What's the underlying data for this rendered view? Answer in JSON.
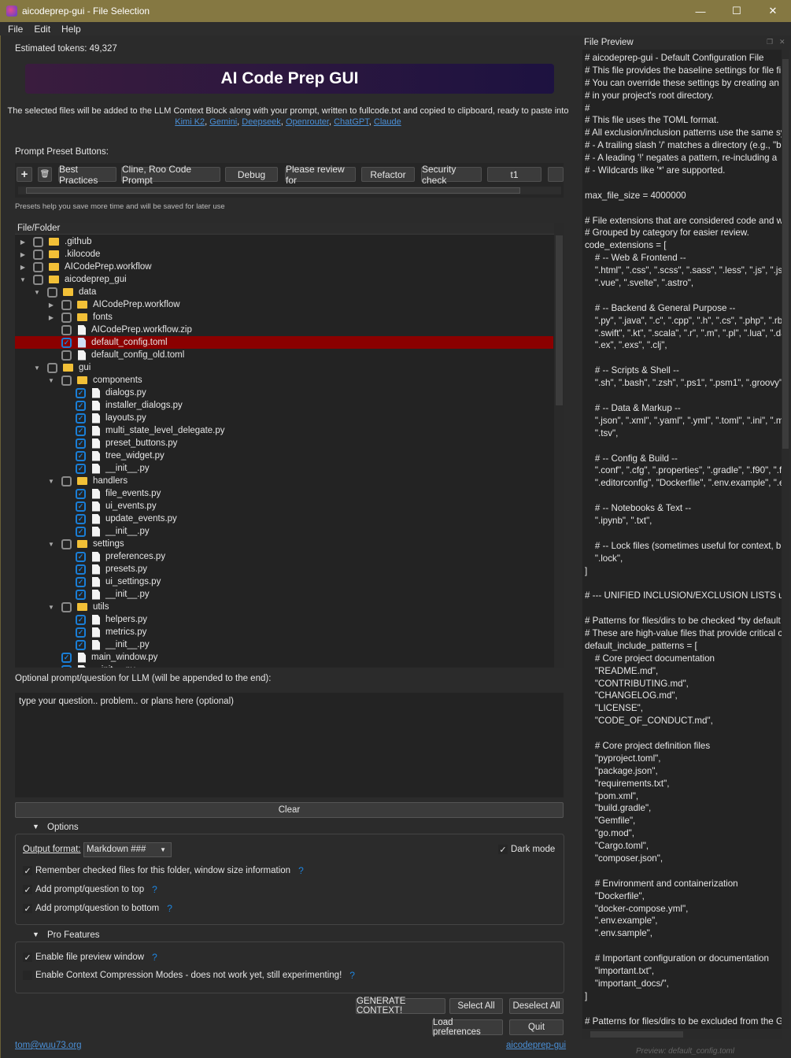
{
  "window": {
    "title": "aicodeprep-gui - File Selection",
    "min": "—",
    "max": "☐",
    "close": "✕"
  },
  "menu": [
    "File",
    "Edit",
    "Help"
  ],
  "tokens": "Estimated tokens: 49,327",
  "banner": "AI Code Prep GUI",
  "description": "The selected files will be added to the LLM Context Block along with your prompt, written to fullcode.txt and copied to clipboard, ready to paste into",
  "links": [
    "Kimi K2",
    "Gemini",
    "Deepseek",
    "Openrouter",
    "ChatGPT",
    "Claude"
  ],
  "presets": {
    "label": "Prompt Preset Buttons:",
    "add": "+",
    "delete": "🗑",
    "buttons": [
      "Best Practices",
      "Cline, Roo Code Prompt",
      "Debug",
      "Please review for",
      "Refactor",
      "Security check",
      "t1"
    ],
    "hint": "Presets help you save more time and will be saved for later use"
  },
  "tree": {
    "header": "File/Folder",
    "rows": [
      {
        "level": 0,
        "type": "folder",
        "name": ".github",
        "expand": "closed",
        "checked": false
      },
      {
        "level": 0,
        "type": "folder",
        "name": ".kilocode",
        "expand": "closed",
        "checked": false
      },
      {
        "level": 0,
        "type": "folder",
        "name": "AICodePrep.workflow",
        "expand": "closed",
        "checked": false
      },
      {
        "level": 0,
        "type": "folder",
        "name": "aicodeprep_gui",
        "expand": "open",
        "checked": false
      },
      {
        "level": 1,
        "type": "folder",
        "name": "data",
        "expand": "open",
        "checked": false
      },
      {
        "level": 2,
        "type": "folder",
        "name": "AICodePrep.workflow",
        "expand": "closed",
        "checked": false
      },
      {
        "level": 2,
        "type": "folder",
        "name": "fonts",
        "expand": "closed",
        "checked": false
      },
      {
        "level": 2,
        "type": "file",
        "name": "AICodePrep.workflow.zip",
        "checked": false
      },
      {
        "level": 2,
        "type": "file",
        "name": "default_config.toml",
        "checked": true,
        "selected": true
      },
      {
        "level": 2,
        "type": "file",
        "name": "default_config_old.toml",
        "checked": false
      },
      {
        "level": 1,
        "type": "folder",
        "name": "gui",
        "expand": "open",
        "checked": false
      },
      {
        "level": 2,
        "type": "folder",
        "name": "components",
        "expand": "open",
        "checked": false
      },
      {
        "level": 3,
        "type": "file",
        "name": "dialogs.py",
        "checked": true
      },
      {
        "level": 3,
        "type": "file",
        "name": "installer_dialogs.py",
        "checked": true
      },
      {
        "level": 3,
        "type": "file",
        "name": "layouts.py",
        "checked": true
      },
      {
        "level": 3,
        "type": "file",
        "name": "multi_state_level_delegate.py",
        "checked": true
      },
      {
        "level": 3,
        "type": "file",
        "name": "preset_buttons.py",
        "checked": true
      },
      {
        "level": 3,
        "type": "file",
        "name": "tree_widget.py",
        "checked": true
      },
      {
        "level": 3,
        "type": "file",
        "name": "__init__.py",
        "checked": true
      },
      {
        "level": 2,
        "type": "folder",
        "name": "handlers",
        "expand": "open",
        "checked": false
      },
      {
        "level": 3,
        "type": "file",
        "name": "file_events.py",
        "checked": true
      },
      {
        "level": 3,
        "type": "file",
        "name": "ui_events.py",
        "checked": true
      },
      {
        "level": 3,
        "type": "file",
        "name": "update_events.py",
        "checked": true
      },
      {
        "level": 3,
        "type": "file",
        "name": "__init__.py",
        "checked": true
      },
      {
        "level": 2,
        "type": "folder",
        "name": "settings",
        "expand": "open",
        "checked": false
      },
      {
        "level": 3,
        "type": "file",
        "name": "preferences.py",
        "checked": true
      },
      {
        "level": 3,
        "type": "file",
        "name": "presets.py",
        "checked": true
      },
      {
        "level": 3,
        "type": "file",
        "name": "ui_settings.py",
        "checked": true
      },
      {
        "level": 3,
        "type": "file",
        "name": "__init__.py",
        "checked": true
      },
      {
        "level": 2,
        "type": "folder",
        "name": "utils",
        "expand": "open",
        "checked": false
      },
      {
        "level": 3,
        "type": "file",
        "name": "helpers.py",
        "checked": true
      },
      {
        "level": 3,
        "type": "file",
        "name": "metrics.py",
        "checked": true
      },
      {
        "level": 3,
        "type": "file",
        "name": "__init__.py",
        "checked": true
      },
      {
        "level": 2,
        "type": "file",
        "name": "main_window.py",
        "checked": true
      },
      {
        "level": 2,
        "type": "file",
        "name": "__init__.py",
        "checked": true
      }
    ]
  },
  "prompt": {
    "label": "Optional prompt/question for LLM (will be appended to the end):",
    "placeholder": "type your question.. problem.. or plans here (optional)",
    "clear": "Clear"
  },
  "options": {
    "title": "Options",
    "output_format_label": "Output format:",
    "output_format": "Markdown ###",
    "dark_mode": "Dark mode",
    "remember": "Remember checked files for this folder, window size information",
    "add_top": "Add prompt/question to top",
    "add_bottom": "Add prompt/question to bottom",
    "help": "?"
  },
  "pro": {
    "title": "Pro Features",
    "preview": "Enable file preview window",
    "compression": "Enable Context Compression Modes - does not work yet, still experimenting!"
  },
  "actions": {
    "generate": "GENERATE CONTEXT!",
    "select_all": "Select All",
    "deselect_all": "Deselect All",
    "load_prefs": "Load preferences",
    "quit": "Quit"
  },
  "footer": {
    "email": "tom@wuu73.org",
    "project": "aicodeprep-gui"
  },
  "preview": {
    "title": "File Preview",
    "status": "Preview: default_config.toml",
    "lines": [
      "# aicodeprep-gui - Default Configuration File",
      "# This file provides the baseline settings for file fi",
      "# You can override these settings by creating an `",
      "# in your project's root directory.",
      "#",
      "# This file uses the TOML format.",
      "# All exclusion/inclusion patterns use the same sy",
      "# - A trailing slash '/' matches a directory (e.g., \"b",
      "# - A leading '!' negates a pattern, re-including a",
      "# - Wildcards like '*' are supported.",
      "",
      "max_file_size = 4000000",
      "",
      "# File extensions that are considered code and wi",
      "# Grouped by category for easier review.",
      "code_extensions = [",
      "    # -- Web & Frontend --",
      "    \".html\", \".css\", \".scss\", \".sass\", \".less\", \".js\", \".jsx\",",
      "    \".vue\", \".svelte\", \".astro\",",
      "",
      "    # -- Backend & General Purpose --",
      "    \".py\", \".java\", \".c\", \".cpp\", \".h\", \".cs\", \".php\", \".rb\"",
      "    \".swift\", \".kt\", \".scala\", \".r\", \".m\", \".pl\", \".lua\", \".da",
      "    \".ex\", \".exs\", \".clj\",",
      "",
      "    # -- Scripts & Shell --",
      "    \".sh\", \".bash\", \".zsh\", \".ps1\", \".psm1\", \".groovy\",",
      "",
      "    # -- Data & Markup --",
      "    \".json\", \".xml\", \".yaml\", \".yml\", \".toml\", \".ini\", \".m",
      "    \".tsv\",",
      "",
      "    # -- Config & Build --",
      "    \".conf\", \".cfg\", \".properties\", \".gradle\", \".f90\", \".f",
      "    \".editorconfig\", \"Dockerfile\", \".env.example\", \".e",
      "",
      "    # -- Notebooks & Text --",
      "    \".ipynb\", \".txt\",",
      "",
      "    # -- Lock files (sometimes useful for context, bu",
      "    \".lock\",",
      "]",
      "",
      "# --- UNIFIED INCLUSION/EXCLUSION LISTS usin",
      "",
      "# Patterns for files/dirs to be checked *by default",
      "# These are high-value files that provide critical c",
      "default_include_patterns = [",
      "    # Core project documentation",
      "    \"README.md\",",
      "    \"CONTRIBUTING.md\",",
      "    \"CHANGELOG.md\",",
      "    \"LICENSE\",",
      "    \"CODE_OF_CONDUCT.md\",",
      "",
      "    # Core project definition files",
      "    \"pyproject.toml\",",
      "    \"package.json\",",
      "    \"requirements.txt\",",
      "    \"pom.xml\",",
      "    \"build.gradle\",",
      "    \"Gemfile\",",
      "    \"go.mod\",",
      "    \"Cargo.toml\",",
      "    \"composer.json\",",
      "",
      "    # Environment and containerization",
      "    \"Dockerfile\",",
      "    \"docker-compose.yml\",",
      "    \".env.example\",",
      "    \".env.sample\",",
      "",
      "    # Important configuration or documentation",
      "    \"important.txt\",",
      "    \"important_docs/\",",
      "]",
      "",
      "# Patterns for files/dirs to be excluded from the G"
    ]
  }
}
